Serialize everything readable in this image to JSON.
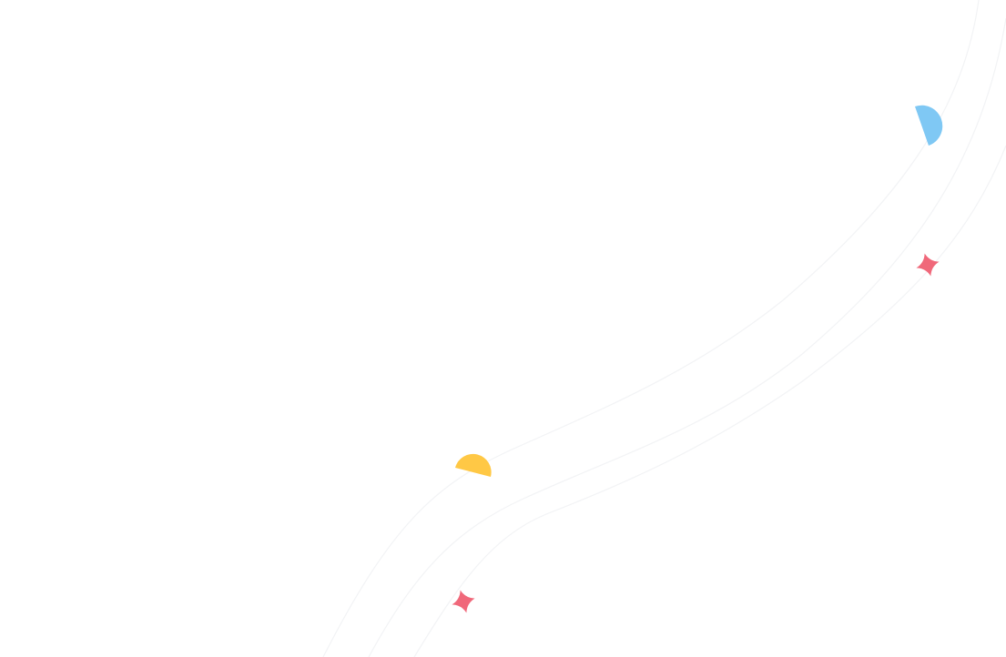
{
  "colors": {
    "background": "#ffffff",
    "curve": "#f2f3f5",
    "blue_shape": "#7fc8f4",
    "yellow_shape": "#ffc845",
    "red_shape": "#f0687a"
  },
  "shapes": [
    {
      "name": "blue-half-circle",
      "kind": "half-circle",
      "color": "#7fc8f4"
    },
    {
      "name": "red-sparkle-upper",
      "kind": "sparkle",
      "color": "#f0687a"
    },
    {
      "name": "yellow-half-circle",
      "kind": "half-circle",
      "color": "#ffc845"
    },
    {
      "name": "red-sparkle-lower",
      "kind": "sparkle",
      "color": "#f0687a"
    }
  ]
}
